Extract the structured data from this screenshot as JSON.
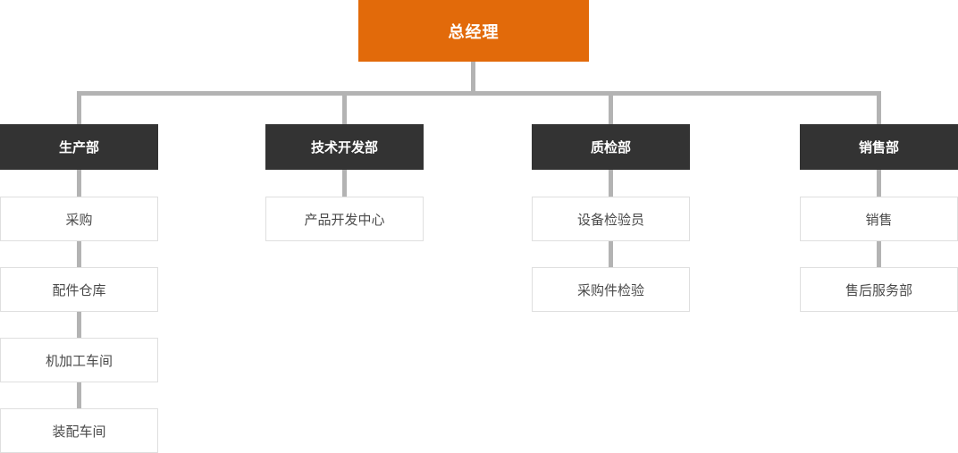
{
  "org_chart": {
    "root": {
      "label": "总经理"
    },
    "departments": [
      {
        "label": "生产部",
        "children": [
          "采购",
          "配件仓库",
          "机加工车间",
          "装配车间"
        ]
      },
      {
        "label": "技术开发部",
        "children": [
          "产品开发中心"
        ]
      },
      {
        "label": "质检部",
        "children": [
          "设备检验员",
          "采购件检验"
        ]
      },
      {
        "label": "销售部",
        "children": [
          "销售",
          "售后服务部"
        ]
      }
    ],
    "colors": {
      "root_bg": "#E26A0A",
      "dept_bg": "#333333",
      "connector": "#B3B3B3",
      "node_border": "#DFDFDF",
      "node_text": "#4A4A4A"
    }
  }
}
